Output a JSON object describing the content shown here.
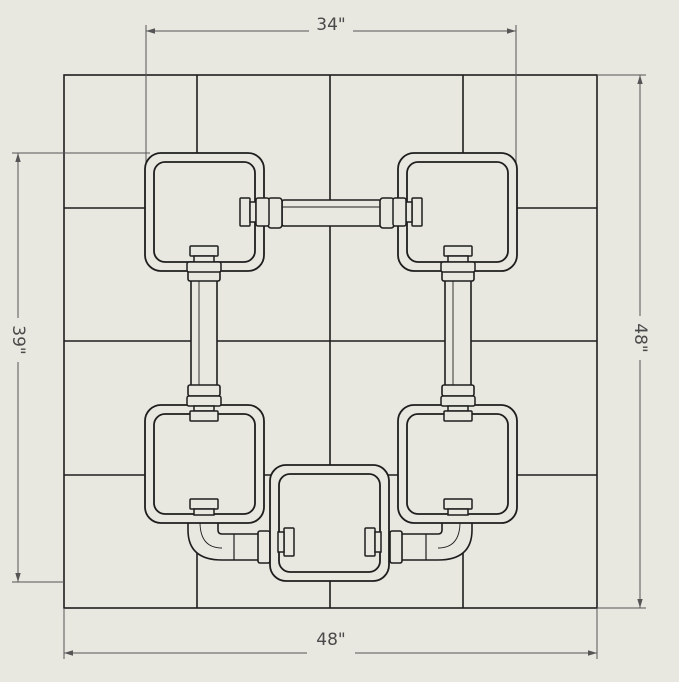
{
  "drawing": {
    "background_color": "#e9e8e0",
    "line_color": "#1e1e1e",
    "dimension_color": "#4a4a4a",
    "dimensions": {
      "top_width": "34\"",
      "left_height": "39\"",
      "right_height": "48\"",
      "bottom_width": "48\""
    },
    "tile_grid": {
      "rows": 4,
      "columns": 4
    },
    "components": {
      "square_frames": 5,
      "straight_pipes": 3,
      "elbow_fittings": 2
    }
  }
}
